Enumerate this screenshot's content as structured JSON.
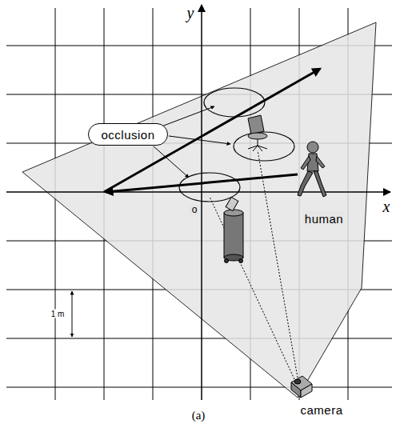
{
  "diagram": {
    "caption": "(a)",
    "nodes": [
      {
        "text": [
          "occlusion"
        ]
      }
    ],
    "labels": [
      "y",
      "x",
      "o",
      "human",
      "camera",
      "1 m"
    ]
  }
}
